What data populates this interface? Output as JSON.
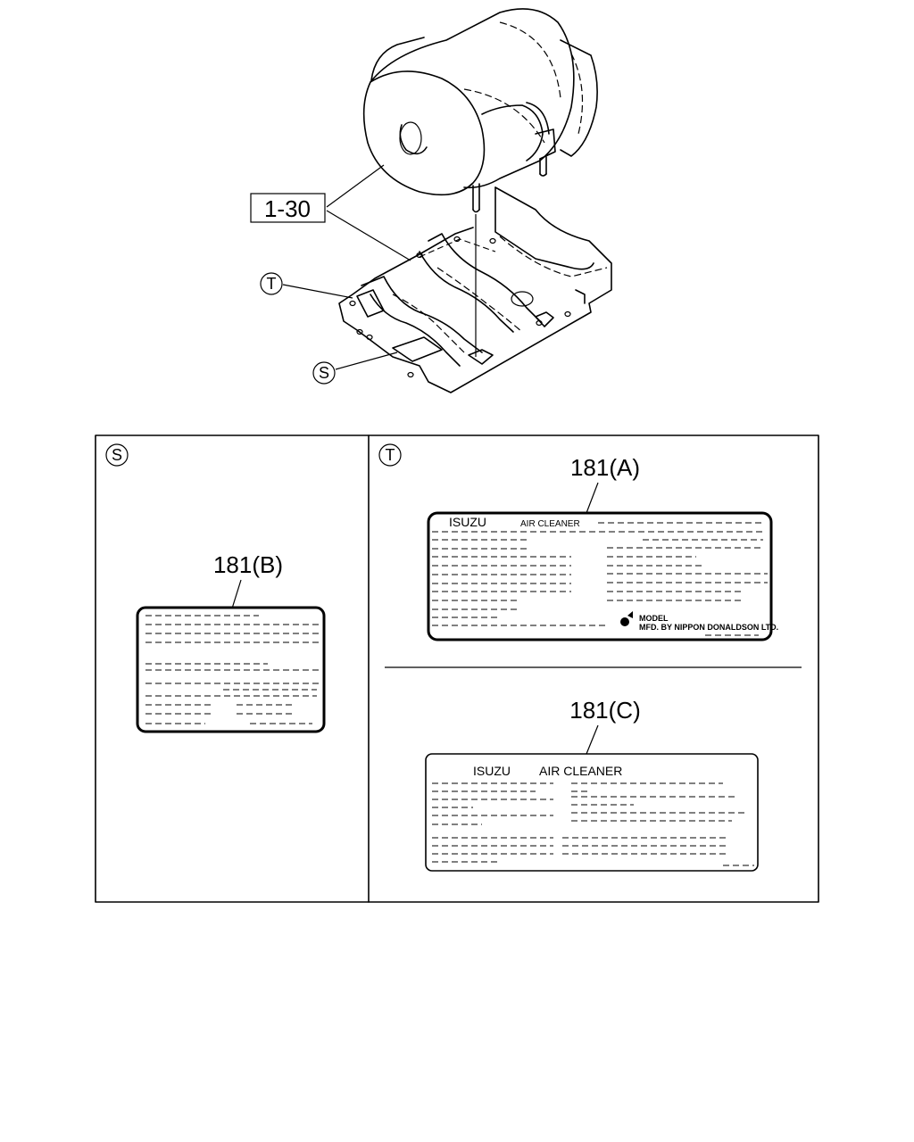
{
  "callouts": {
    "ref_number": "1-30",
    "mark_t": "T",
    "mark_s": "S"
  },
  "panels": {
    "left": {
      "mark": "S",
      "label_b": "181(B)"
    },
    "right": {
      "mark": "T",
      "label_a": "181(A)",
      "label_a_brand": "ISUZU",
      "label_a_title": "AIR CLEANER",
      "label_a_model": "MODEL",
      "label_a_mfd": "MFD. BY NIPPON DONALDSON LTD.",
      "label_c": "181(C)",
      "label_c_brand": "ISUZU",
      "label_c_title": "AIR CLEANER"
    }
  }
}
